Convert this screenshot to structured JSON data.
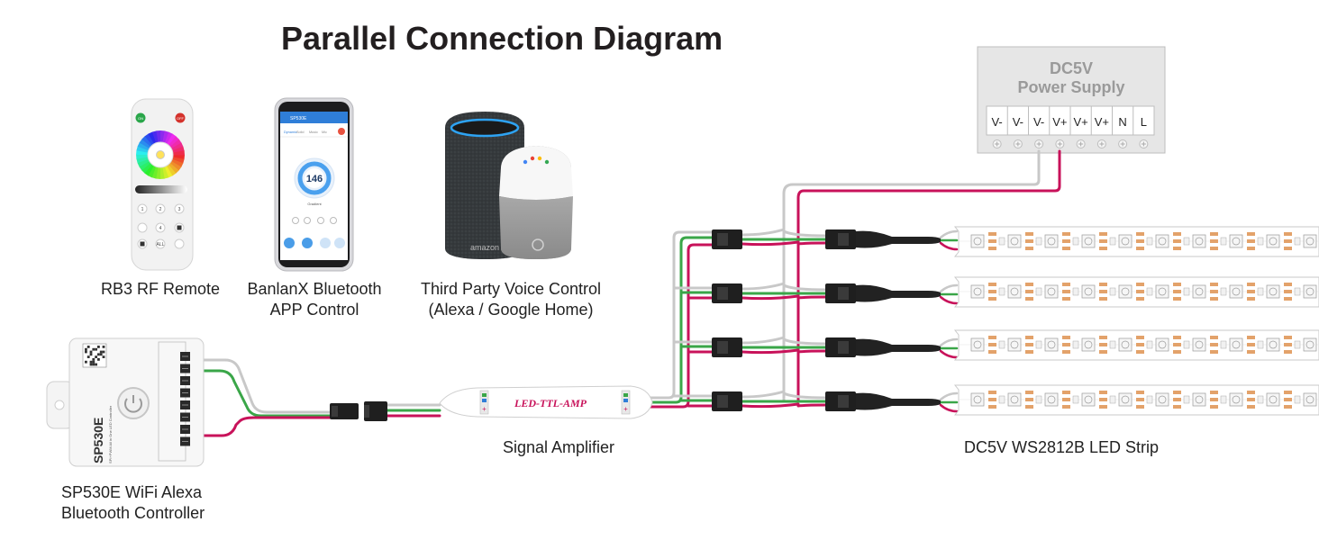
{
  "title": "Parallel Connection Diagram",
  "labels": {
    "remote": "RB3 RF Remote",
    "app_line1": "BanlanX Bluetooth",
    "app_line2": "APP Control",
    "voice_line1": "Third Party Voice Control",
    "voice_line2": "(Alexa / Google Home)",
    "controller_line1": "SP530E WiFi Alexa",
    "controller_line2": "Bluetooth Controller",
    "amplifier": "Signal Amplifier",
    "strip": "DC5V WS2812B LED Strip"
  },
  "power_supply": {
    "line1": "DC5V",
    "line2": "Power Supply",
    "terminals": [
      "V-",
      "V-",
      "V-",
      "V+",
      "V+",
      "V+",
      "N",
      "L"
    ]
  },
  "remote": {
    "on_label": "ON",
    "off_label": "OFF",
    "all_label": "ALL",
    "keys": [
      "1",
      "2",
      "3",
      "4"
    ]
  },
  "phone": {
    "app_title": "SP530E",
    "tabs": [
      "Dynamic",
      "Solid",
      "Music",
      "Mic"
    ],
    "dial_value": "146",
    "mode_name": "Gradient"
  },
  "speaker": {
    "brand": "amazon"
  },
  "controller": {
    "model": "SP530E",
    "subtitle": "SPI+PWM All in One LED Controller"
  },
  "amplifier": {
    "model": "LED-TTL-AMP"
  },
  "colors": {
    "data_wire": "#3aa648",
    "gnd_wire": "#c8c8c8",
    "pos_wire": "#c8125a",
    "amp_text": "#c8125a",
    "alexa_ring": "#2ea3f2"
  }
}
